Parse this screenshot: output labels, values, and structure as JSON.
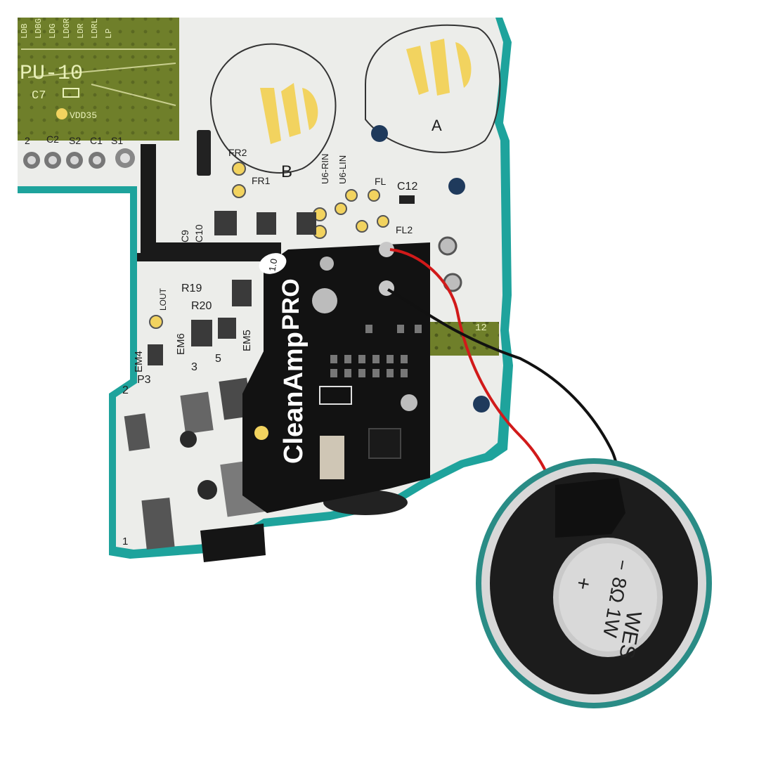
{
  "colors": {
    "background": "#ffffff",
    "pcb_board": "#ecedea",
    "pcb_edge": "#1ea39c",
    "lcd_area": "#6f7f2a",
    "button_pads": "#f2d35f",
    "amp_board": "#121212",
    "speaker_cone": "#1c1c1c",
    "speaker_magnet": "#c9c9c9",
    "wire_red": "#d11a1a",
    "wire_black": "#111111"
  },
  "board": {
    "lcd_pins": [
      "LDB",
      "LDBG",
      "LDG",
      "LDGR",
      "LDR",
      "LDRL",
      "LP"
    ],
    "revision": "PU-10",
    "labels": {
      "c7": "C7",
      "vdd35": "VDD35",
      "c2": "C2",
      "s2": "S2",
      "c1": "C1",
      "s1": "S1",
      "fr2": "FR2",
      "fr1": "FR1",
      "button_b": "B",
      "button_a": "A",
      "u6_rin": "U6-RIN",
      "u6_lin": "U6-LIN",
      "fl": "FL",
      "c12": "C12",
      "fl2": "FL2",
      "c9": "C9",
      "c10": "C10",
      "r19": "R19",
      "r20": "R20",
      "lout": "LOUT",
      "em6": "EM6",
      "em5": "EM5",
      "em4": "EM4",
      "p3": "P3",
      "num_2": "2",
      "num_3": "3",
      "num_5": "5",
      "num_1": "1",
      "num_12": "12"
    }
  },
  "amp": {
    "brand": "CleanAmp",
    "edition": "PRO",
    "version": "1.0"
  },
  "speaker": {
    "brand": "WES",
    "rating": "8Ω 1W",
    "plus": "+",
    "minus": "−"
  }
}
